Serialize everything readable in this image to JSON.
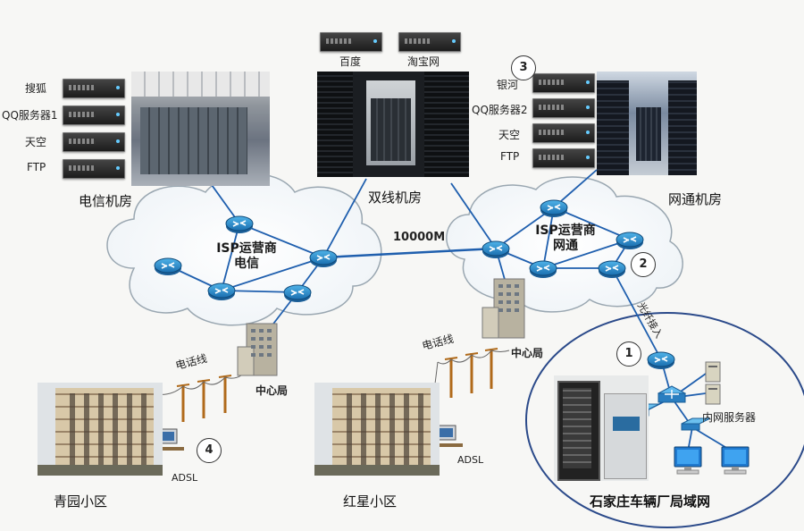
{
  "rooms": {
    "telecom": {
      "title": "电信机房",
      "servers": [
        "搜狐",
        "QQ服务器1",
        "天空",
        "FTP"
      ]
    },
    "dual": {
      "title": "双线机房",
      "servers": [
        "百度",
        "淘宝网"
      ]
    },
    "netcom": {
      "title": "网通机房",
      "servers": [
        "银河",
        "QQ服务器2",
        "天空",
        "FTP"
      ]
    }
  },
  "clouds": {
    "telecom": {
      "line1": "ISP运营商",
      "line2": "电信"
    },
    "netcom": {
      "line1": "ISP运营商",
      "line2": "网通"
    }
  },
  "link_label": "10000M",
  "central_office": "中心局",
  "phone_line": "电话线",
  "fiber_access": "光纤接入",
  "adsl": "ADSL",
  "communities": {
    "qingyuan": "青园小区",
    "hongxing": "红星小区"
  },
  "lan": {
    "title": "石家庄车辆厂局域网",
    "intranet_server": "内网服务器"
  },
  "markers": [
    "1",
    "2",
    "3",
    "4"
  ]
}
